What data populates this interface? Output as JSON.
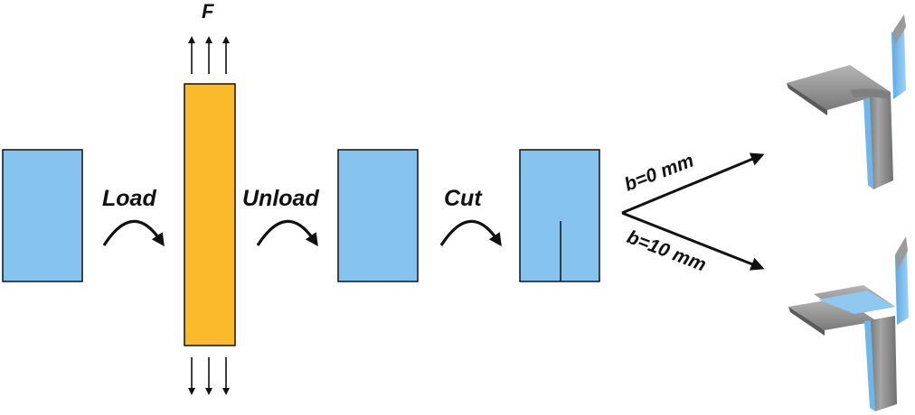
{
  "labels": {
    "force": "F",
    "load": "Load",
    "unload": "Unload",
    "cut": "Cut",
    "branch_top_var": "b",
    "branch_top_val": "=0 mm",
    "branch_bottom_var": "b",
    "branch_bottom_val": "=10 mm"
  },
  "colors": {
    "sheet_blue": "#86c3ef",
    "loaded_orange": "#fbba2c",
    "outline": "#111111",
    "grey_face": "#8f8f8f",
    "grey_dark": "#6b6b6b",
    "grey_light": "#b9b9b9"
  },
  "icons": {
    "step_arrow": "curved-arrow-icon",
    "force_arrow": "up-down-arrows-icon"
  }
}
